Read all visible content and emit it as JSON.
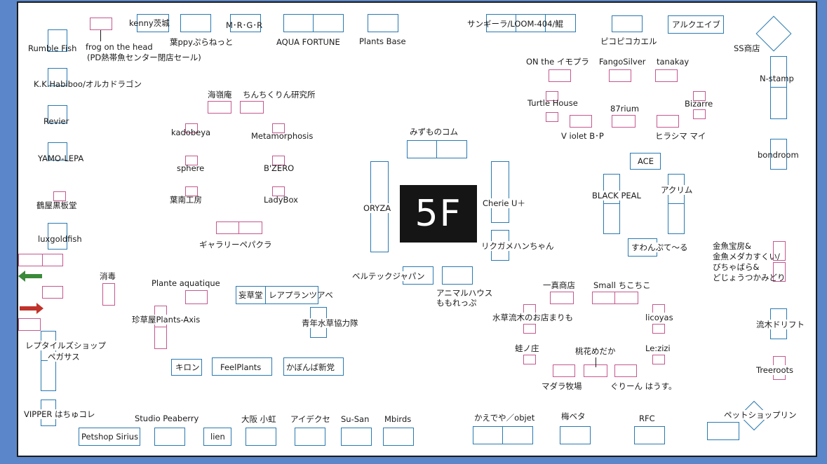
{
  "floor": {
    "label": "5F",
    "colors": {
      "background": "#5b86c9",
      "border_blue": "#2a79b0",
      "border_pink": "#c4588f",
      "label_bg": "#151515",
      "arrow_green": "#3a8a3a",
      "arrow_red": "#c0332b"
    }
  },
  "labels": {
    "rumble": "Rumble Fish",
    "frog1": "frog on the head",
    "frog2": "(PD熱帯魚センター閉店セール)",
    "kenny": "kenny茨城",
    "happy": "葉ppyぷらねっと",
    "mgr": "M･R･G･R",
    "aqua": "AQUA FORTUNE",
    "plantsbase": "Plants Base",
    "sangira": "サンギーラ/LOOM-404/鯤",
    "pikopiko": "ピコピコカエル",
    "aruku": "アルクエイブ",
    "ss": "SS商店",
    "kk": "K.K.Habiboo/オルカドラゴン",
    "onthe": "ON the イモプラ",
    "fango": "FangoSilver",
    "tanakay": "tanakay",
    "nstamp": "N-stamp",
    "kairyo": "海嶺庵",
    "chinchiku": "ちんちくりん研究所",
    "revier": "Revier",
    "turtle": "Turtle House",
    "r87": "87rium",
    "bizarre": "Bizarre",
    "kadobeya": "kadobeya",
    "metamorph": "Metamorphosis",
    "mizumono": "みずものコム",
    "violet": "V iolet B･P",
    "hirashima": "ヒラシマ マイ",
    "yamo": "YAMO-LEPA",
    "sphere": "sphere",
    "bzero": "B'ZERO",
    "ace": "ACE",
    "bondroom": "bondroom",
    "tsuruya": "鶴屋黒板堂",
    "yonan": "葉南工房",
    "ladybox": "LadyBox",
    "oryza": "ORYZA",
    "cherie": "Cherie U＋",
    "blackpeal": "BLACK PEAL",
    "akurimu": "アクリム",
    "luxgold": "luxgoldfish",
    "gallery": "ギャラリーペパクラ",
    "rikugame": "リクガメハンちゃん",
    "suwan": "すわんぷて〜る",
    "kingyo1": "金魚宝房&",
    "kingyo2": "金魚メダカすくい/",
    "kingyo3": "びちゃばら&",
    "kingyo4": "どじょうつかみどり",
    "shodoku": "消毒",
    "beltec": "ベルテックジャパン",
    "animal1": "アニマルハウス",
    "animal2": "ももれっぷ",
    "plante": "Plante aquatique",
    "mosodo": "妄草堂",
    "rare": "レアプランツアベ",
    "isshin": "一真商店",
    "smallchiko": "Small ちこちこ",
    "chinsou": "珍草屋Plants-Axis",
    "seinen": "青年水草協力隊",
    "suiso": "水草流木のお店まりも",
    "licoyas": "licoyas",
    "ryuboku": "流木ドリフト",
    "reptile1": "レプタイルズショップ",
    "reptile2": "ペガサス",
    "kaeru": "蛙ノ庄",
    "momohana": "桃花めだか",
    "lezizi": "Le:zizi",
    "kiron": "キロン",
    "feelplants": "FeelPlants",
    "kabonba": "かぼんば新党",
    "madara": "マダラ牧場",
    "green": "ぐりーん はうす。",
    "treeroots": "Treeroots",
    "vipper": "VIPPER はちゅコレ",
    "studio": "Studio Peaberry",
    "osaka": "大阪 小虹",
    "aideku": "アイデクセ",
    "susan": "Su-San",
    "mbirds": "Mbirds",
    "kaedeya": "かえでや／objet",
    "umebeta": "梅ベタ",
    "rfc": "RFC",
    "petshop": "ペットショップリン",
    "petsirius": "Petshop Sirius",
    "lien": "lien"
  }
}
